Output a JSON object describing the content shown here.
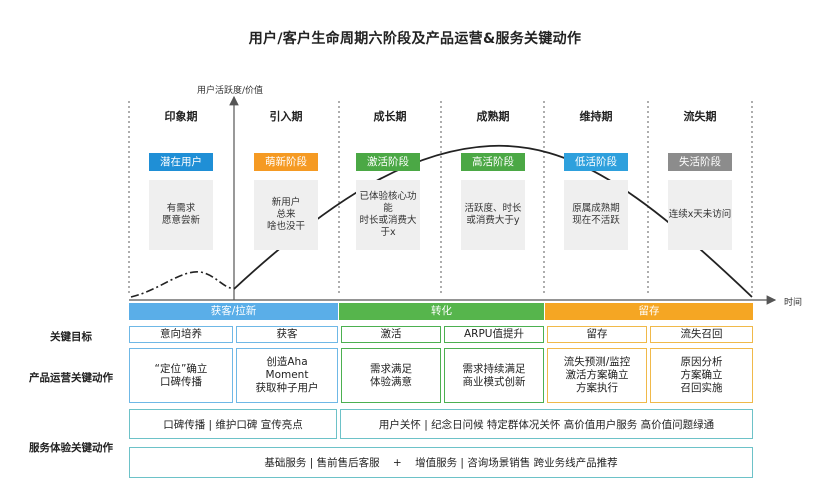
{
  "title": "用户/客户生命周期六阶段及产品运营&服务关键动作",
  "y_axis_label": "用户活跃度/价值",
  "x_axis_label": "时间",
  "stages": [
    {
      "name": "印象期",
      "badge": "潜在用户",
      "badge_color": "#1f8fd6",
      "desc": "有需求\n愿意尝新"
    },
    {
      "name": "引入期",
      "badge": "萌新阶段",
      "badge_color": "#f59a23",
      "desc": "新用户\n总来\n啥也没干"
    },
    {
      "name": "成长期",
      "badge": "激活阶段",
      "badge_color": "#4ba845",
      "desc": "已体验核心功能\n时长或消费大于x"
    },
    {
      "name": "成熟期",
      "badge": "高活阶段",
      "badge_color": "#4ba845",
      "desc": "活跃度、时长\n或消费大于y"
    },
    {
      "name": "维持期",
      "badge": "低活阶段",
      "badge_color": "#2ea0dd",
      "desc": "原属成熟期\n现在不活跃"
    },
    {
      "name": "流失期",
      "badge": "失活阶段",
      "badge_color": "#8c8c8c",
      "desc": "连续x天未访问"
    }
  ],
  "phase_bars": [
    {
      "label": "获客/拉新",
      "color": "#5aaee8"
    },
    {
      "label": "转化",
      "color": "#56b54c"
    },
    {
      "label": "留存",
      "color": "#f5a623"
    }
  ],
  "row_labels": {
    "goal": "关键目标",
    "product": "产品运营关键动作",
    "service": "服务体验关键动作"
  },
  "goals": [
    "意向培养",
    "获客",
    "激活",
    "ARPU值提升",
    "留存",
    "流失召回"
  ],
  "product_actions": [
    "“定位”确立\n口碑传播",
    "创造Aha\nMoment\n获取种子用户",
    "需求满足\n体验满意",
    "需求持续满足\n商业模式创新",
    "流失预测/监控\n激活方案确立\n方案执行",
    "原因分析\n方案确立\n召回实施"
  ],
  "service_row1": {
    "left": "口碑传播 | 维护口碑 宣传亮点",
    "right": "用户关怀 | 纪念日问候 特定群体况关怀  高价值用户服务 高价值问题绿通"
  },
  "service_row2": "基础服务 | 售前售后客服    +    增值服务 | 咨询场景销售 跨业务线产品推荐",
  "colors": {
    "goal_border": "#f0b94a",
    "service_border": "#6dc2c8",
    "curve": "#222222"
  }
}
